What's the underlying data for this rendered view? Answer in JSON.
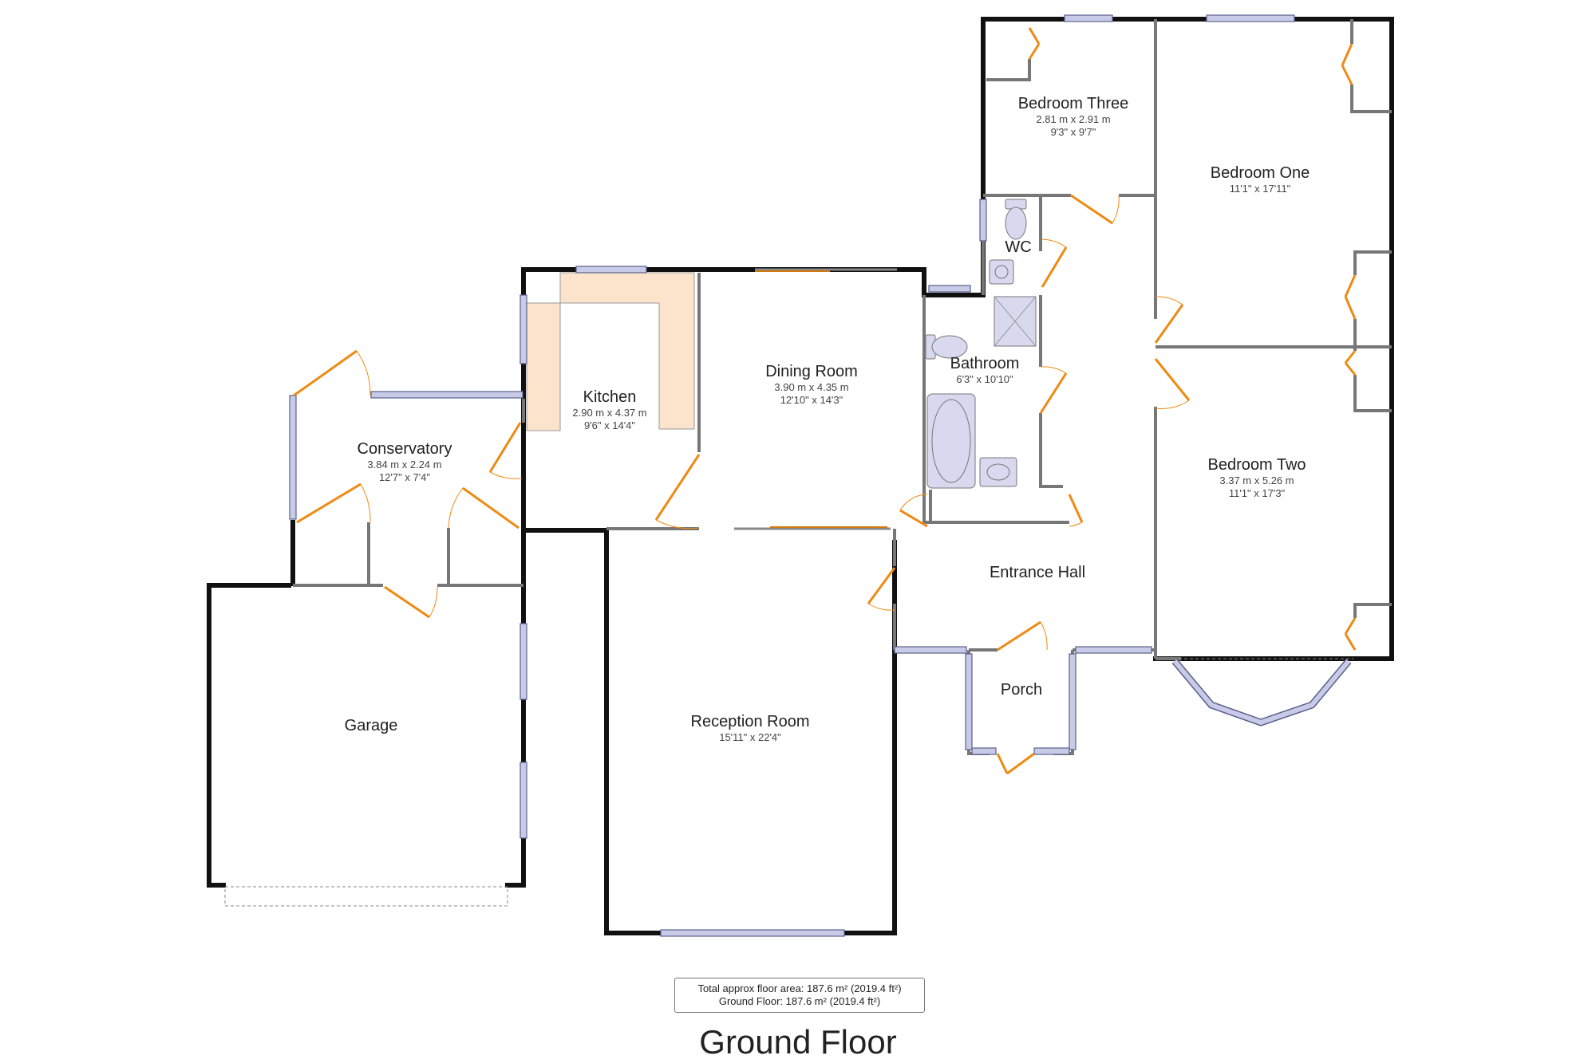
{
  "floor_title": "Ground Floor",
  "area_summary": {
    "total": "Total approx floor area: 187.6 m² (2019.4 ft²)",
    "floor": "Ground Floor: 187.6 m² (2019.4 ft²)"
  },
  "rooms": {
    "bedroom_three": {
      "name": "Bedroom Three",
      "metric": "2.81 m x 2.91 m",
      "imperial": "9'3\" x 9'7\""
    },
    "bedroom_one": {
      "name": "Bedroom One",
      "imperial": "11'1\" x 17'11\""
    },
    "wc": {
      "name": "WC"
    },
    "bathroom": {
      "name": "Bathroom",
      "imperial": "6'3\" x 10'10\""
    },
    "kitchen": {
      "name": "Kitchen",
      "metric": "2.90 m x 4.37 m",
      "imperial": "9'6\" x 14'4\""
    },
    "dining_room": {
      "name": "Dining Room",
      "metric": "3.90 m x 4.35 m",
      "imperial": "12'10\" x 14'3\""
    },
    "conservatory": {
      "name": "Conservatory",
      "metric": "3.84 m x 2.24 m",
      "imperial": "12'7\" x 7'4\""
    },
    "bedroom_two": {
      "name": "Bedroom Two",
      "metric": "3.37 m x 5.26 m",
      "imperial": "11'1\" x 17'3\""
    },
    "entrance_hall": {
      "name": "Entrance Hall"
    },
    "porch": {
      "name": "Porch"
    },
    "garage": {
      "name": "Garage"
    },
    "reception_room": {
      "name": "Reception Room",
      "imperial": "15'11\" x 22'4\""
    }
  },
  "colors": {
    "wall": "#111111",
    "interior_wall": "#777777",
    "window": "#c8cbe8",
    "door": "#ee8a13",
    "kitchen_counter": "#fbe3cc",
    "sanitary_fixture": "#d8d8ef"
  }
}
